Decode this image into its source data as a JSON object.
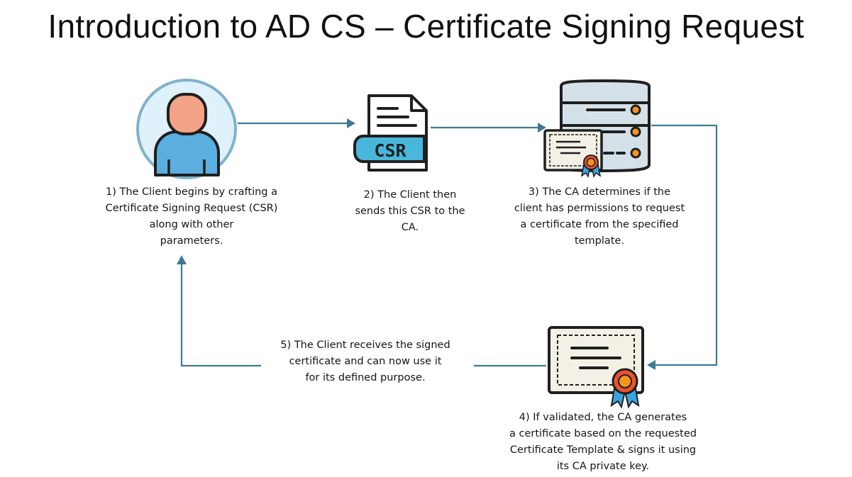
{
  "title": "Introduction to AD CS – Certificate Signing Request",
  "colors": {
    "arrow": "#3d7a96",
    "avatar_bg": "#dff1fa",
    "avatar_ring": "#7fb2cc",
    "skin": "#f4a389",
    "shirt": "#5aaee0",
    "outline": "#1f1f1f",
    "csr_band": "#49b7dc",
    "server_body": "#d4e1e8",
    "certificate_paper": "#f3f0e6",
    "rosette_orange": "#f7941d",
    "ribbon_blue": "#3aa4de",
    "rosette_red": "#e9532e"
  },
  "icons": {
    "client": "user-avatar-icon",
    "csr": "csr-document-icon",
    "ca": "server-database-icon",
    "template": "certificate-icon",
    "signed": "signed-certificate-icon"
  },
  "csr_icon_text": "CSR",
  "steps": {
    "step1": [
      "1) The Client begins by crafting a",
      "Certificate Signing Request (CSR)",
      "along with other",
      "parameters."
    ],
    "step2": [
      "2) The Client then",
      "sends this CSR to the",
      "CA."
    ],
    "step3": [
      "3) The CA determines if the",
      "client has permissions to request",
      "a certificate from the specified",
      "template."
    ],
    "step4": [
      "4) If validated, the CA generates",
      "a certificate based on the requested",
      "Certificate Template & signs it using",
      "its CA private key."
    ],
    "step5": [
      "5) The Client receives the signed",
      "certificate and can now use it",
      "for its defined purpose."
    ]
  }
}
